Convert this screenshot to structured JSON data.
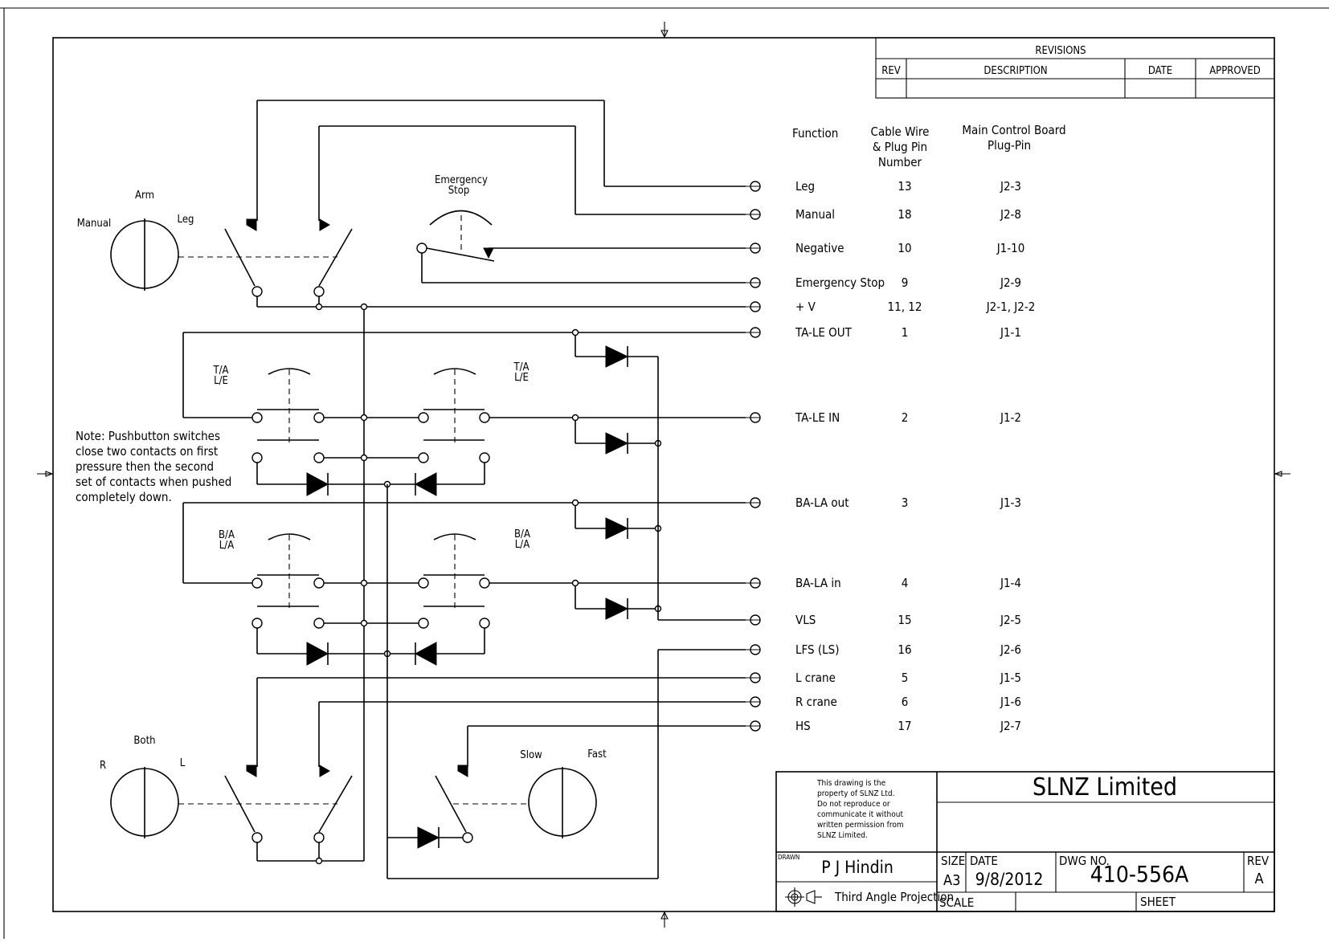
{
  "revisions": {
    "title": "REVISIONS",
    "col_rev": "REV",
    "col_description": "DESCRIPTION",
    "col_date": "DATE",
    "col_approved": "APPROVED"
  },
  "table_headers": {
    "function": "Function",
    "cable_line1": "Cable Wire",
    "cable_line2": "& Plug Pin",
    "cable_line3": "Number",
    "board_line1": "Main Control Board",
    "board_line2": "Plug-Pin"
  },
  "connections": [
    {
      "function": "Leg",
      "pin": "13",
      "plug": "J2-3"
    },
    {
      "function": "Manual",
      "pin": "18",
      "plug": "J2-8"
    },
    {
      "function": "Negative",
      "pin": "10",
      "plug": "J1-10"
    },
    {
      "function": "Emergency Stop",
      "pin": "9",
      "plug": "J2-9"
    },
    {
      "function": "+ V",
      "pin": "11, 12",
      "plug": "J2-1, J2-2"
    },
    {
      "function": "TA-LE OUT",
      "pin": "1",
      "plug": "J1-1"
    },
    {
      "function": "TA-LE IN",
      "pin": "2",
      "plug": "J1-2"
    },
    {
      "function": "BA-LA out",
      "pin": "3",
      "plug": "J1-3"
    },
    {
      "function": "BA-LA in",
      "pin": "4",
      "plug": "J1-4"
    },
    {
      "function": "VLS",
      "pin": "15",
      "plug": "J2-5"
    },
    {
      "function": "LFS (LS)",
      "pin": "16",
      "plug": "J2-6"
    },
    {
      "function": "L crane",
      "pin": "5",
      "plug": "J1-5"
    },
    {
      "function": "R crane",
      "pin": "6",
      "plug": "J1-6"
    },
    {
      "function": "HS",
      "pin": "17",
      "plug": "J2-7"
    }
  ],
  "labels": {
    "arm": "Arm",
    "manual": "Manual",
    "leg": "Leg",
    "emergency_line1": "Emergency",
    "emergency_line2": "Stop",
    "ta_le_line1": "T/A",
    "ta_le_line2": "L/E",
    "ba_la_line1": "B/A",
    "ba_la_line2": "L/A",
    "both": "Both",
    "r": "R",
    "l": "L",
    "slow": "Slow",
    "fast": "Fast"
  },
  "note": [
    "Note: Pushbutton switches",
    "close two contacts on first",
    "pressure then the second",
    "set of contacts when pushed",
    "completely down."
  ],
  "title_block": {
    "company": "SLNZ Limited",
    "notice": [
      "This drawing is the",
      "property of SLNZ Ltd.",
      "Do not reproduce or",
      "communicate it without",
      "written permission from",
      "SLNZ Limited."
    ],
    "drawn_label": "DRAWN",
    "drawn_by": "P J Hindin",
    "size_label": "SIZE",
    "size": "A3",
    "date_label": "DATE",
    "date": "9/8/2012",
    "dwg_label": "DWG NO.",
    "dwg_no": "410-556A",
    "rev_label": "REV",
    "rev": "A",
    "projection": "Third Angle Projection",
    "scale_label": "SCALE",
    "sheet_label": "SHEET"
  }
}
